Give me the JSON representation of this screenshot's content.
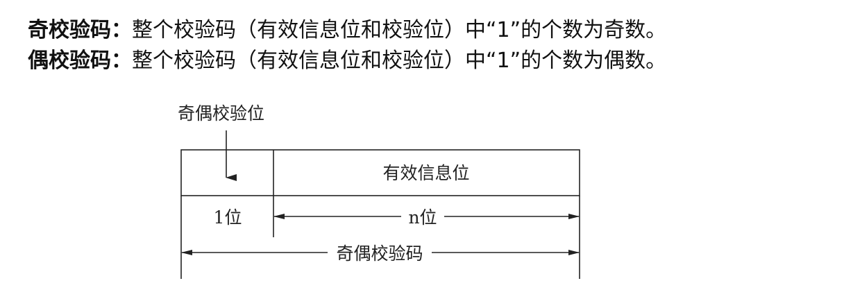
{
  "definitions": [
    {
      "term": "奇校验码：",
      "text": "整个校验码（有效信息位和校验位）中“1”的个数为奇数。"
    },
    {
      "term": "偶校验码：",
      "text": "整个校验码（有效信息位和校验位）中“1”的个数为偶数。"
    }
  ],
  "diagram": {
    "parity_bit_label": "奇偶校验位",
    "info_field_label": "有效信息位",
    "parity_width_label": "1位",
    "info_width_label": "n位",
    "total_label": "奇偶校验码"
  }
}
